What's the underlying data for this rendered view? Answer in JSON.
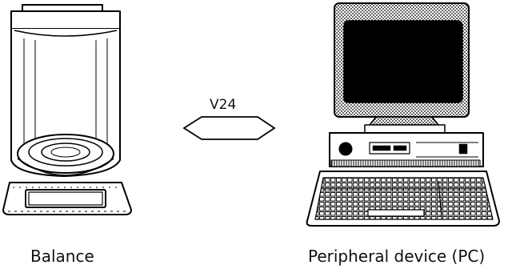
{
  "labels": {
    "balance": "Balance",
    "peripheral": "Peripheral device (PC)",
    "interface": "V24"
  },
  "icons": {
    "balance": "analytical-balance-icon",
    "computer": "desktop-pc-icon",
    "connection": "bidirectional-arrow-icon"
  },
  "colors": {
    "ink": "#000000",
    "background": "#ffffff"
  }
}
